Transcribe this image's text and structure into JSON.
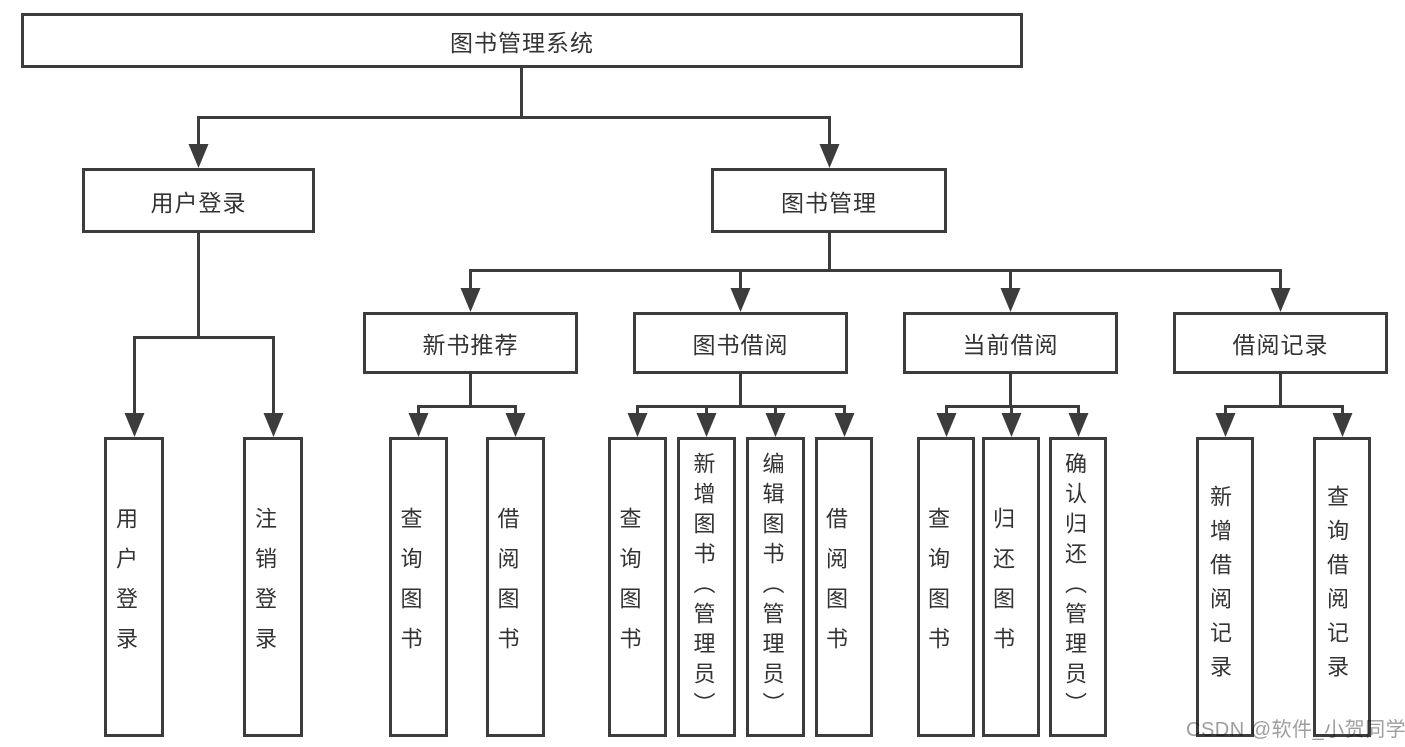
{
  "diagram": {
    "root": {
      "label": "图书管理系统"
    },
    "level2": [
      {
        "label": "用户登录"
      },
      {
        "label": "图书管理"
      }
    ],
    "level3": [
      {
        "label": "新书推荐"
      },
      {
        "label": "图书借阅"
      },
      {
        "label": "当前借阅"
      },
      {
        "label": "借阅记录"
      }
    ],
    "leaves": {
      "user_login": [
        {
          "label": "用户登录"
        },
        {
          "label": "注销登录"
        }
      ],
      "new_book": [
        {
          "label": "查询图书"
        },
        {
          "label": "借阅图书"
        }
      ],
      "book_borrow": [
        {
          "label": "查询图书"
        },
        {
          "label": "新增图书（管理员）"
        },
        {
          "label": "编辑图书（管理员）"
        },
        {
          "label": "借阅图书"
        }
      ],
      "current_borrow": [
        {
          "label": "查询图书"
        },
        {
          "label": "归还图书"
        },
        {
          "label": "确认归还（管理员）"
        }
      ],
      "borrow_records": [
        {
          "label": "新增借阅记录"
        },
        {
          "label": "查询借阅记录"
        }
      ]
    }
  },
  "watermark": {
    "text": "CSDN @软件_小贺同学"
  },
  "colors": {
    "line": "#3c3c3c",
    "text": "#333333",
    "watermark": "#9e9e9e",
    "background": "#ffffff"
  }
}
